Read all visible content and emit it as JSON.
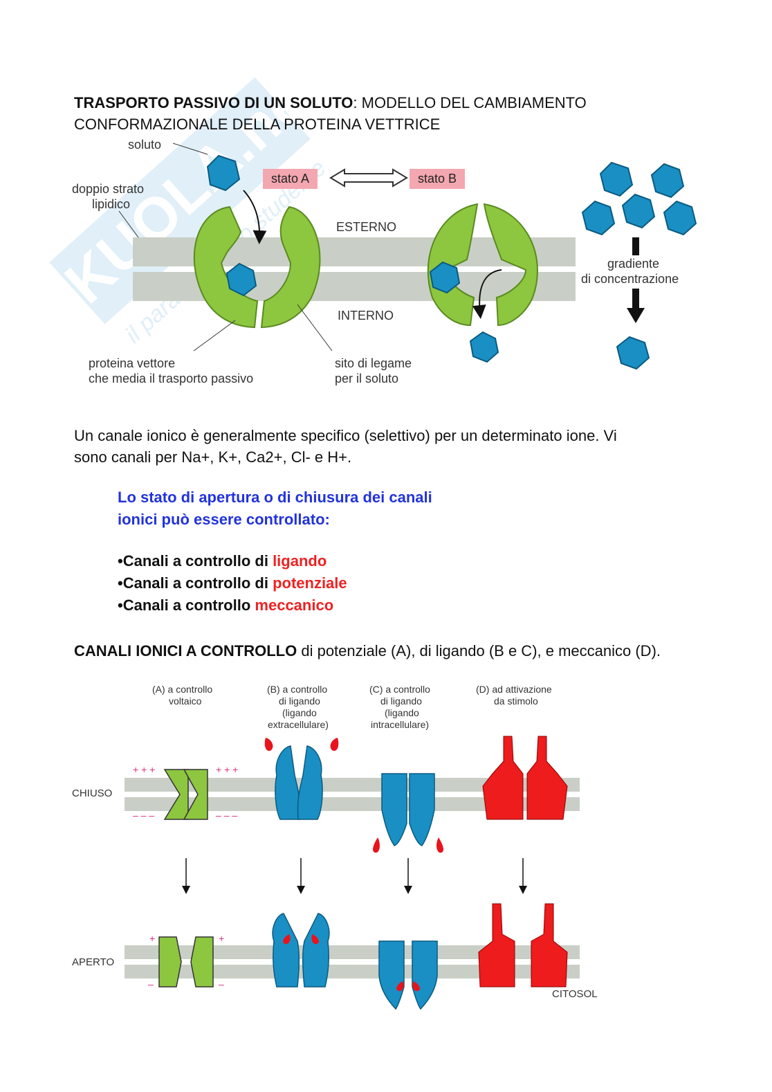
{
  "watermark": {
    "brand": "SKUOLA.net",
    "tagline": "il paradiso dello studente"
  },
  "section1": {
    "title_bold": "TRASPORTO PASSIVO DI UN SOLUTO",
    "title_rest": ": MODELLO DEL CAMBIAMENTO",
    "title_line2": "CONFORMAZIONALE DELLA PROTEINA VETTRICE"
  },
  "figure1": {
    "label_soluto": "soluto",
    "label_bilayer_1": "doppio strato",
    "label_bilayer_2": "lipidico",
    "state_a": "stato A",
    "state_b": "stato B",
    "label_esterno": "ESTERNO",
    "label_interno": "INTERNO",
    "label_carrier_1": "proteina vettore",
    "label_carrier_2": "che media il trasporto passivo",
    "label_site_1": "sito di legame",
    "label_site_2": "per il soluto",
    "label_gradient_1": "gradiente",
    "label_gradient_2": "di concentrazione",
    "colors": {
      "protein": "#8dc63f",
      "solute": "#1a8fc4",
      "membrane": "#c9cfc6",
      "state_box": "#f3a7b0"
    }
  },
  "paragraph": {
    "line1": "Un canale ionico è generalmente specifico (selettivo) per un determinato ione. Vi",
    "line2": "sono canali per Na+, K+, Ca2+, Cl- e H+."
  },
  "callout": {
    "line1": "Lo stato di apertura o di chiusura dei canali",
    "line2": "ionici può essere controllato:",
    "items": [
      {
        "prefix": "•Canali a controllo di ",
        "highlight": "ligando"
      },
      {
        "prefix": "•Canali a controllo di ",
        "highlight": "potenziale"
      },
      {
        "prefix": "•Canali a controllo ",
        "highlight": "meccanico"
      }
    ]
  },
  "section2": {
    "heading_bold": "CANALI IONICI A CONTROLLO",
    "heading_rest": " di potenziale (A), di ligando (B e C), e meccanico (D)."
  },
  "figure2": {
    "col_a_1": "(A) a controllo",
    "col_a_2": "voltaico",
    "col_b_1": "(B) a controllo",
    "col_b_2": "di ligando",
    "col_b_3": "(ligando",
    "col_b_4": "extracellulare)",
    "col_c_1": "(C) a controllo",
    "col_c_2": "di ligando",
    "col_c_3": "(ligando",
    "col_c_4": "intracellulare)",
    "col_d_1": "(D) ad attivazione",
    "col_d_2": "da stimolo",
    "label_closed": "CHIUSO",
    "label_open": "APERTO",
    "label_cytosol": "CITOSOL",
    "plus_signs": "+ + +",
    "minus_signs": "– – –",
    "plus_single": "+",
    "minus_single": "–",
    "colors": {
      "voltage": "#8dc63f",
      "ligand": "#1a8fc4",
      "mechanical": "#ee1c1c",
      "ligand_drop": "#e8141c",
      "charge": "#e0307a"
    }
  }
}
